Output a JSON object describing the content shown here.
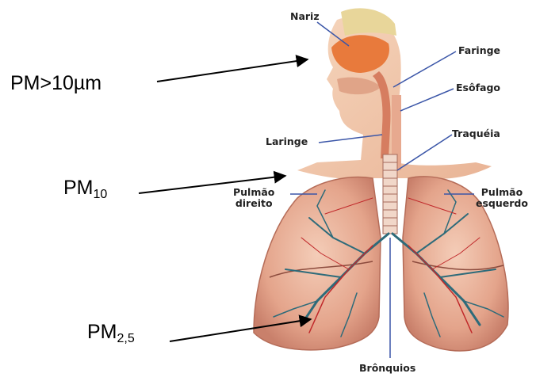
{
  "pm_labels": {
    "coarse": "PM>10µm",
    "pm10_base": "PM",
    "pm10_sub": "10",
    "pm25_base": "PM",
    "pm25_sub": "2,5"
  },
  "anatomy": {
    "nariz": "Nariz",
    "faringe": "Faringe",
    "esofago": "Esôfago",
    "traqueia": "Traquéia",
    "laringe": "Laringe",
    "pulmao_direito_1": "Pulmão",
    "pulmao_direito_2": "direito",
    "pulmao_esquerdo_1": "Pulmão",
    "pulmao_esquerdo_2": "esquerdo",
    "bronquios": "Brônquios"
  },
  "colors": {
    "skin": "#f2c7a6",
    "lung": "#e9b7a0",
    "nasal": "#e87a3c",
    "airway": "#d89b86",
    "bronchi": "#2d6b7a",
    "vessel": "#c0282a"
  }
}
